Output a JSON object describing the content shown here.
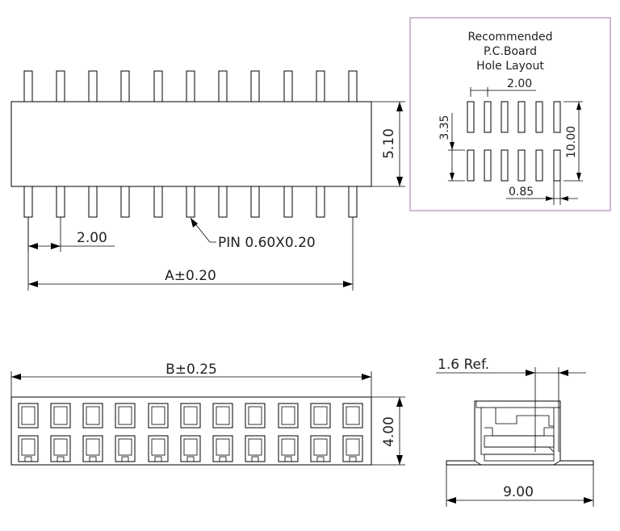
{
  "top_view": {
    "dim_pitch": "2.00",
    "dim_height": "5.10",
    "pin_label": "PIN 0.60X0.20",
    "dim_length": "A±0.20"
  },
  "pcb_layout": {
    "title_line1": "Recommended",
    "title_line2": "P.C.Board",
    "title_line3": "Hole Layout",
    "dim_pitch": "2.00",
    "dim_row": "3.35",
    "dim_total": "10.00",
    "dim_pad": "0.85"
  },
  "front_view": {
    "dim_length": "B±0.25",
    "dim_height": "4.00"
  },
  "side_view": {
    "dim_ref": "1.6  Ref.",
    "dim_width": "9.00"
  }
}
